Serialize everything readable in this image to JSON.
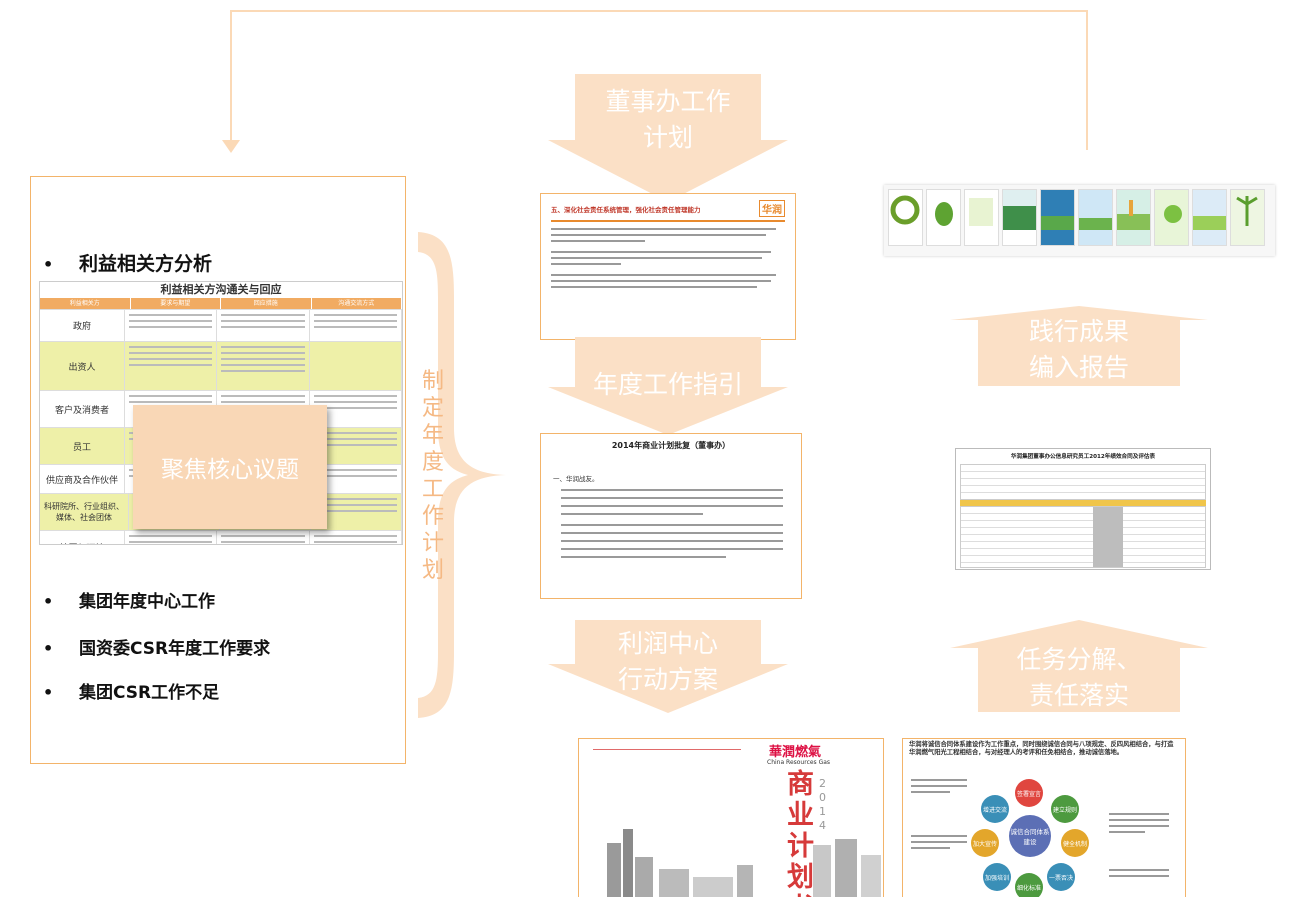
{
  "left_panel": {
    "bullets": [
      "利益相关方分析",
      "集团年度中心工作",
      "国资委CSR年度工作要求",
      "集团CSR工作不足"
    ],
    "table": {
      "title": "利益相关方沟通关与回应",
      "headers": [
        "利益相关方",
        "要求与期望",
        "回应措施",
        "沟通交流方式"
      ],
      "rows": [
        "政府",
        "出资人",
        "客户及消费者",
        "员工",
        "供应商及合作伙伴",
        "科研院所、行业组织、媒体、社会团体",
        "社区与环境"
      ]
    },
    "overlay_label": "聚焦核心议题"
  },
  "brace_label": "制定年度工作计划",
  "arrows": {
    "board_plan": "董事办工作\n计划",
    "annual_guide": "年度工作指引",
    "profit_center": "利润中心\n行动方案",
    "results_report": "践行成果\n编入报告",
    "task_breakdown": "任务分解、\n责任落实"
  },
  "docs": {
    "csr_doc_heading": "五、深化社会责任系统管理，强化社会责任管理能力",
    "brand_mark": "华润",
    "plan_doc_title": "2014年商业计划批复（董事办）",
    "plan_doc_section": "一、华润战友。",
    "survey_title": "华润集团董事办公信息研究员工2012年绩效合同及评估表",
    "business_plan_logo": "華潤燃氣",
    "business_plan_subtitle": "China Resources Gas",
    "business_plan_year": "2014",
    "business_plan_title": "商业计划书",
    "integrity_doc_heading": "华润将诚信合同体系建设作为工作重点，同时围绕诚信合同与八项规定、反四风相结合，与打造华润燃气阳光工程相结合，与对经理人的考评和任免相结合，推动诚信落地。",
    "integrity_center": "诚信合同体系建设",
    "integrity_nodes": [
      "签署宣言",
      "建立规则",
      "健全机制",
      "一票否决",
      "细化标准",
      "加强培训",
      "加大宣传",
      "增进交流"
    ]
  },
  "colors": {
    "accent_orange": "#f3b46a",
    "arrow_fill": "#fbe0c6",
    "overlay_fill": "#f9d7b6",
    "table_header": "#f1ab62",
    "table_highlight": "#eef0a8"
  }
}
